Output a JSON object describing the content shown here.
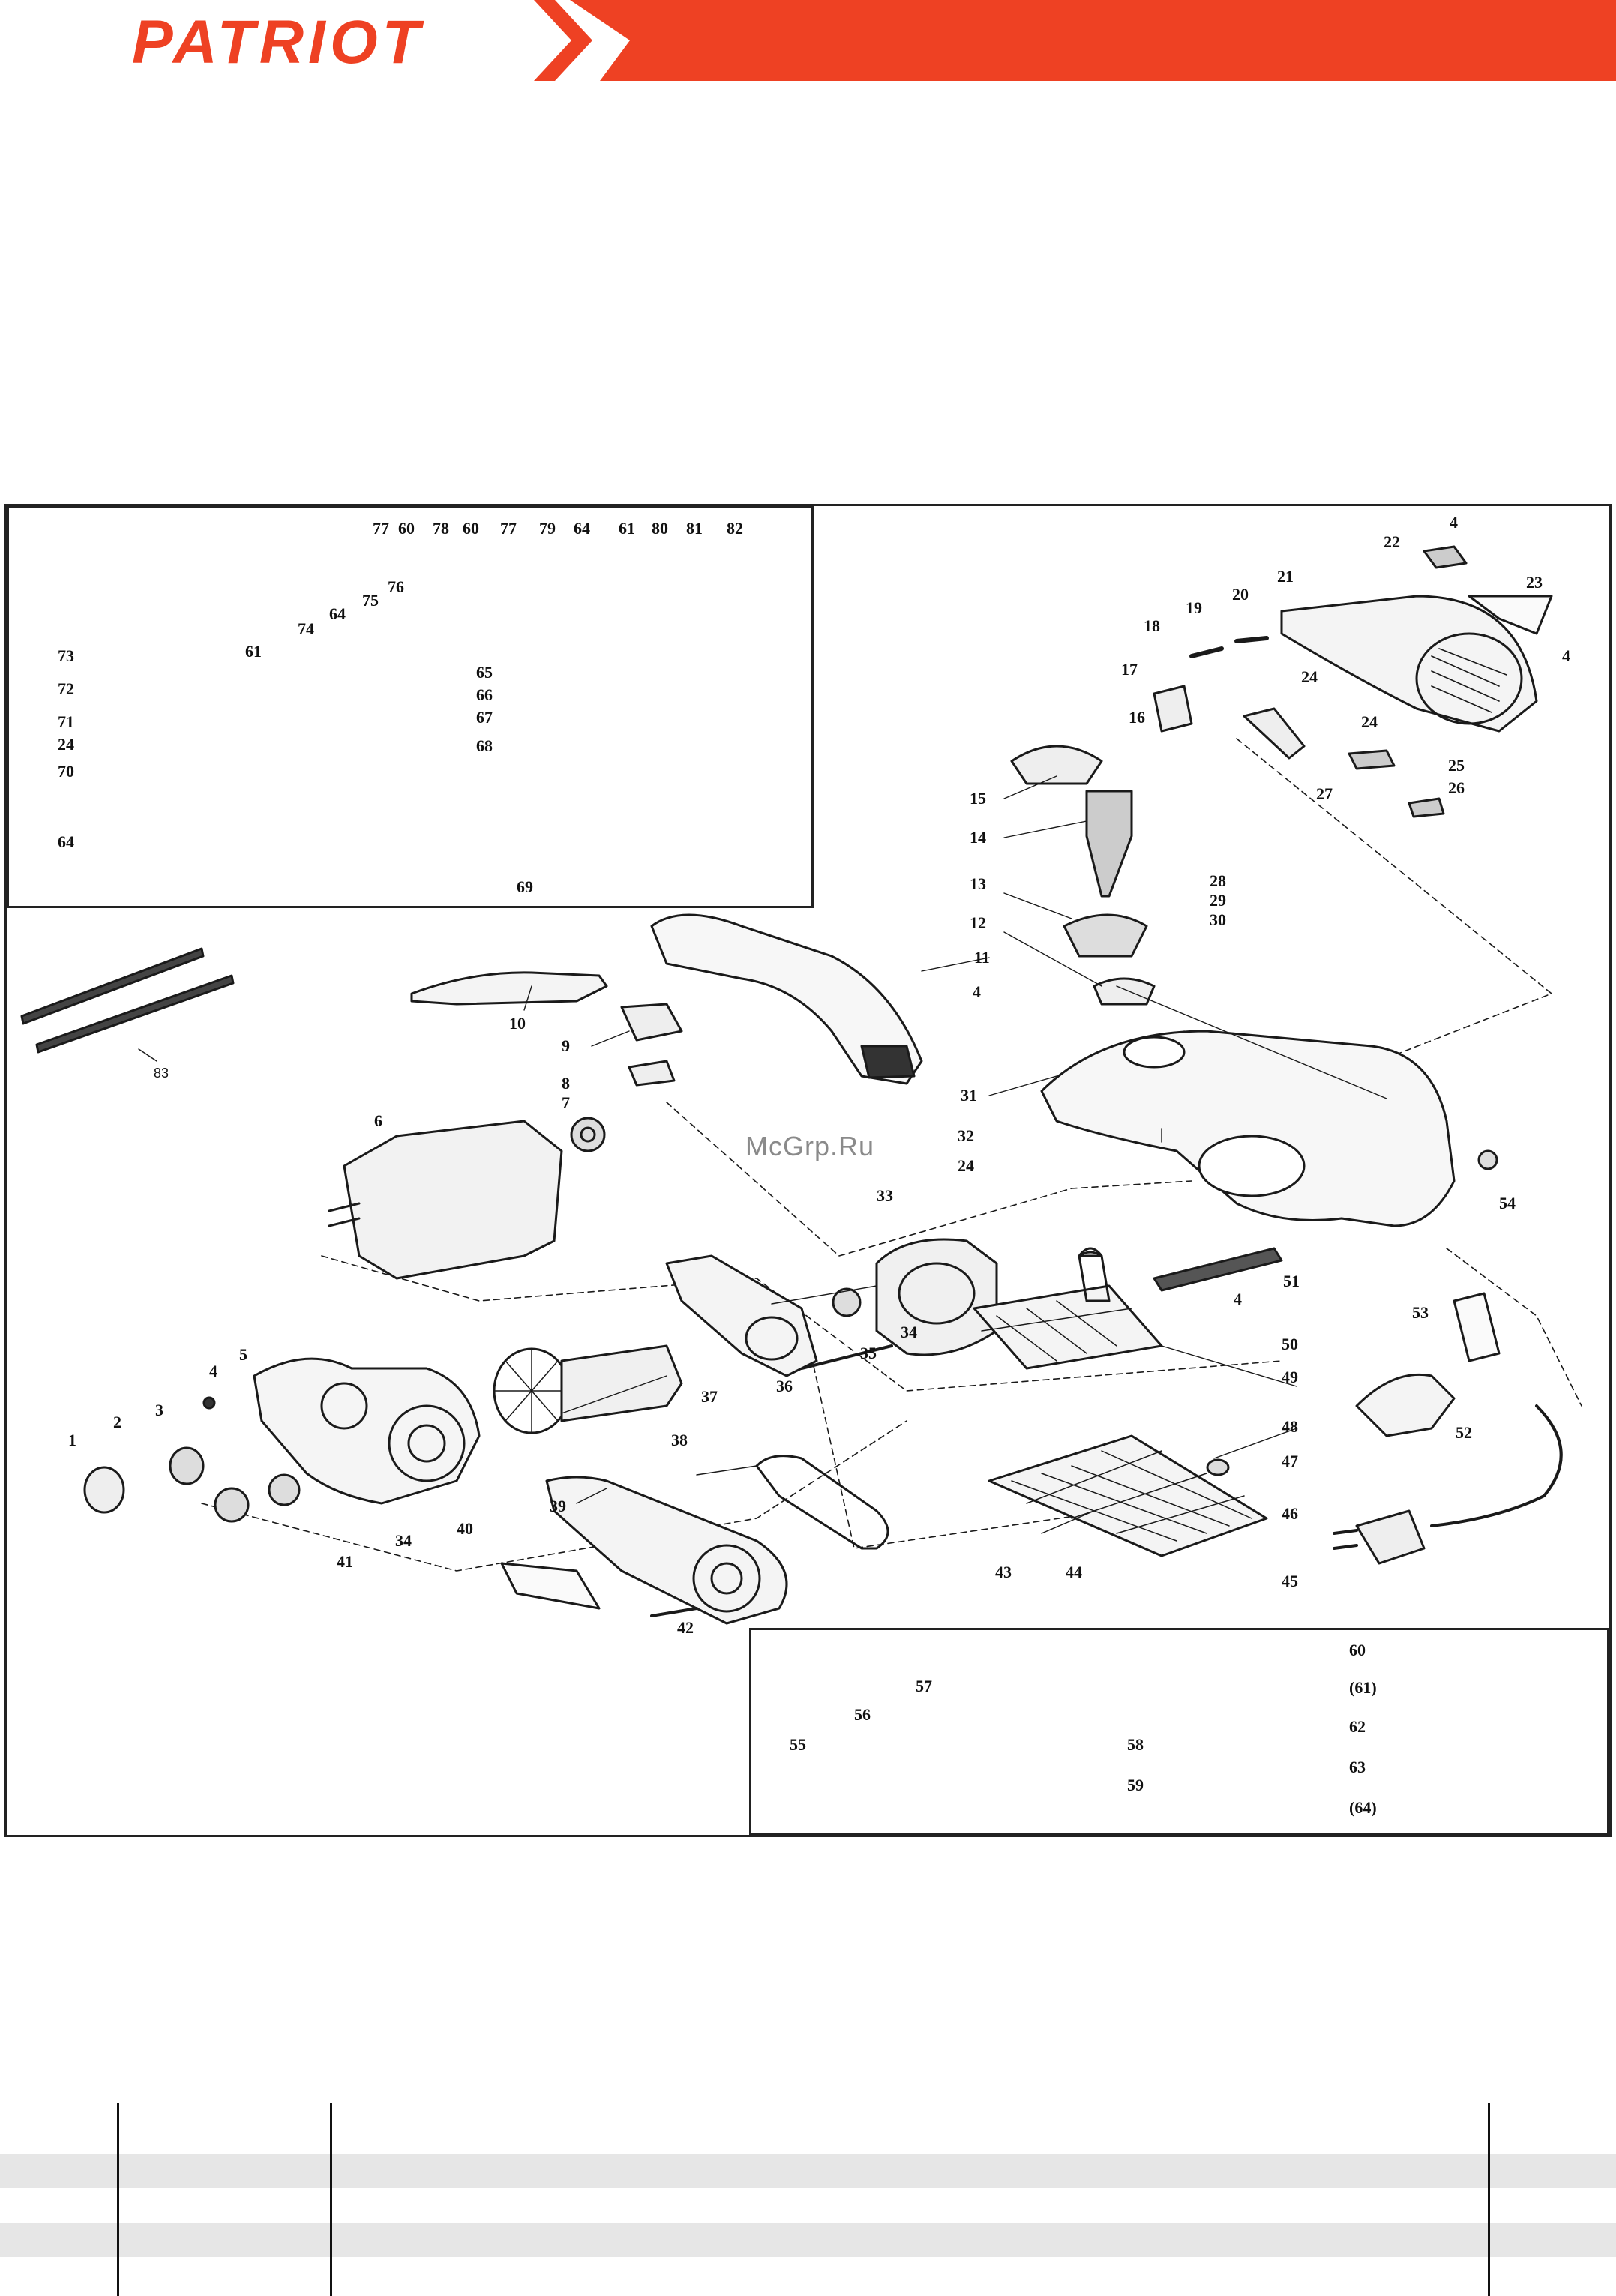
{
  "brand": {
    "name": "PATRIOT",
    "primary_color": "#ee4123"
  },
  "watermark": "McGrp.Ru",
  "callouts": {
    "inset_top": [
      "77",
      "60",
      "78",
      "60",
      "77",
      "79",
      "64",
      "61",
      "80",
      "81",
      "82",
      "73",
      "72",
      "71",
      "24",
      "70",
      "64",
      "61",
      "74",
      "64",
      "75",
      "76",
      "65",
      "66",
      "67",
      "68",
      "69"
    ],
    "main": [
      "83",
      "10",
      "9",
      "8",
      "11",
      "4",
      "6",
      "7",
      "31",
      "32",
      "24",
      "15",
      "14",
      "13",
      "12",
      "28",
      "29",
      "30",
      "22",
      "4",
      "21",
      "23",
      "18",
      "19",
      "20",
      "17",
      "16",
      "24",
      "24",
      "4",
      "25",
      "26",
      "27",
      "33",
      "34",
      "35",
      "36",
      "37",
      "5",
      "4",
      "3",
      "2",
      "1",
      "34",
      "41",
      "38",
      "39",
      "40",
      "42",
      "50",
      "49",
      "51",
      "4",
      "54",
      "53",
      "52",
      "48",
      "47",
      "46",
      "43",
      "44",
      "45"
    ],
    "inset_bottom": [
      "57",
      "56",
      "55",
      "58",
      "59",
      "60",
      "(61)",
      "62",
      "63",
      "(64)"
    ]
  },
  "table": {
    "rows": [
      {
        "shaded": false
      },
      {
        "shaded": true
      },
      {
        "shaded": false
      },
      {
        "shaded": true
      },
      {
        "shaded": false
      }
    ]
  }
}
